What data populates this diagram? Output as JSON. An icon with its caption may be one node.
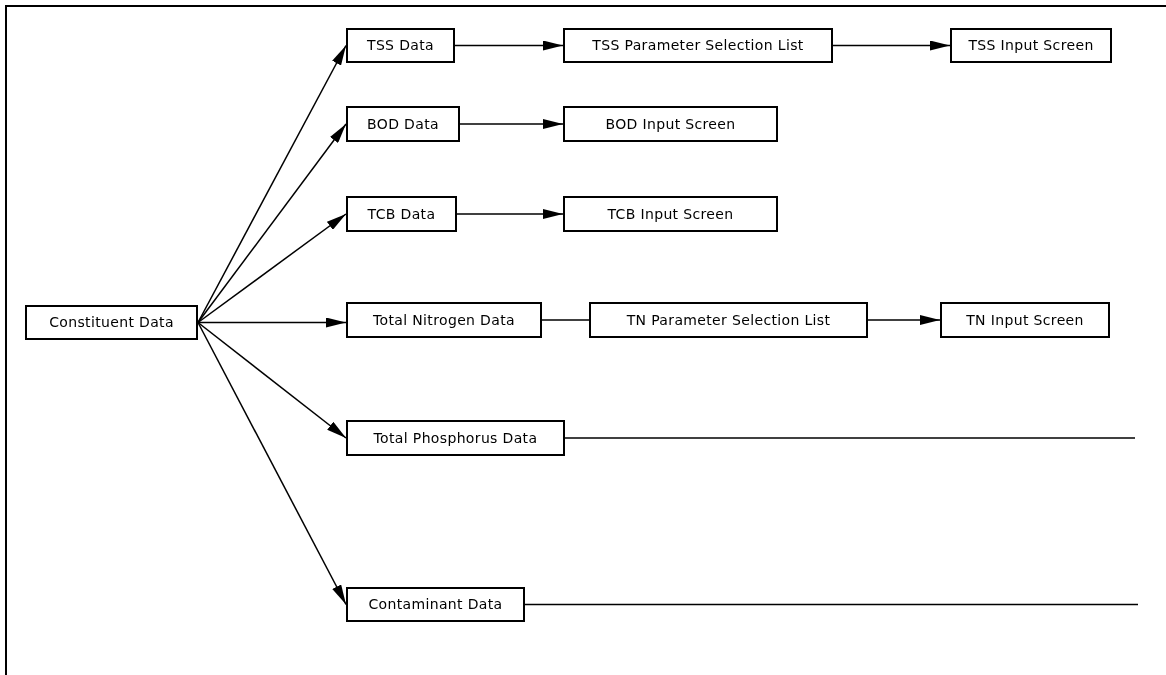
{
  "diagram": {
    "nodes": [
      {
        "text": [
          "Constituent Data"
        ]
      },
      {
        "text": [
          "TSS Data"
        ]
      },
      {
        "text": [
          "TSS Parameter Selection List"
        ]
      },
      {
        "text": [
          "TSS Input Screen"
        ]
      },
      {
        "text": [
          "BOD Data"
        ]
      },
      {
        "text": [
          "BOD Input Screen"
        ]
      },
      {
        "text": [
          "TCB Data"
        ]
      },
      {
        "text": [
          "TCB Input Screen"
        ]
      },
      {
        "text": [
          "Total Nitrogen Data"
        ]
      },
      {
        "text": [
          "TN Parameter Selection List"
        ]
      },
      {
        "text": [
          "TN Input Screen"
        ]
      },
      {
        "text": [
          "Total Phosphorus Data"
        ]
      },
      {
        "text": [
          "Contaminant Data"
        ]
      }
    ],
    "edges": [
      {
        "from": 0,
        "to": 1,
        "arrow": "to"
      },
      {
        "from": 0,
        "to": 4,
        "arrow": "to"
      },
      {
        "from": 0,
        "to": 6,
        "arrow": "to"
      },
      {
        "from": 0,
        "to": 8,
        "arrow": "to"
      },
      {
        "from": 0,
        "to": 11,
        "arrow": "to"
      },
      {
        "from": 0,
        "to": 12,
        "arrow": "to"
      },
      {
        "from": 1,
        "to": 2,
        "arrow": "to"
      },
      {
        "from": 2,
        "to": 3,
        "arrow": "to"
      },
      {
        "from": 4,
        "to": 5,
        "arrow": "to"
      },
      {
        "from": 6,
        "to": 7,
        "arrow": "to"
      },
      {
        "from": 8,
        "to": 9,
        "arrow": "none"
      },
      {
        "from": 9,
        "to": 10,
        "arrow": "to"
      },
      {
        "from": 11,
        "to": null,
        "arrow": "none"
      },
      {
        "from": 12,
        "to": null,
        "arrow": "none"
      }
    ]
  }
}
